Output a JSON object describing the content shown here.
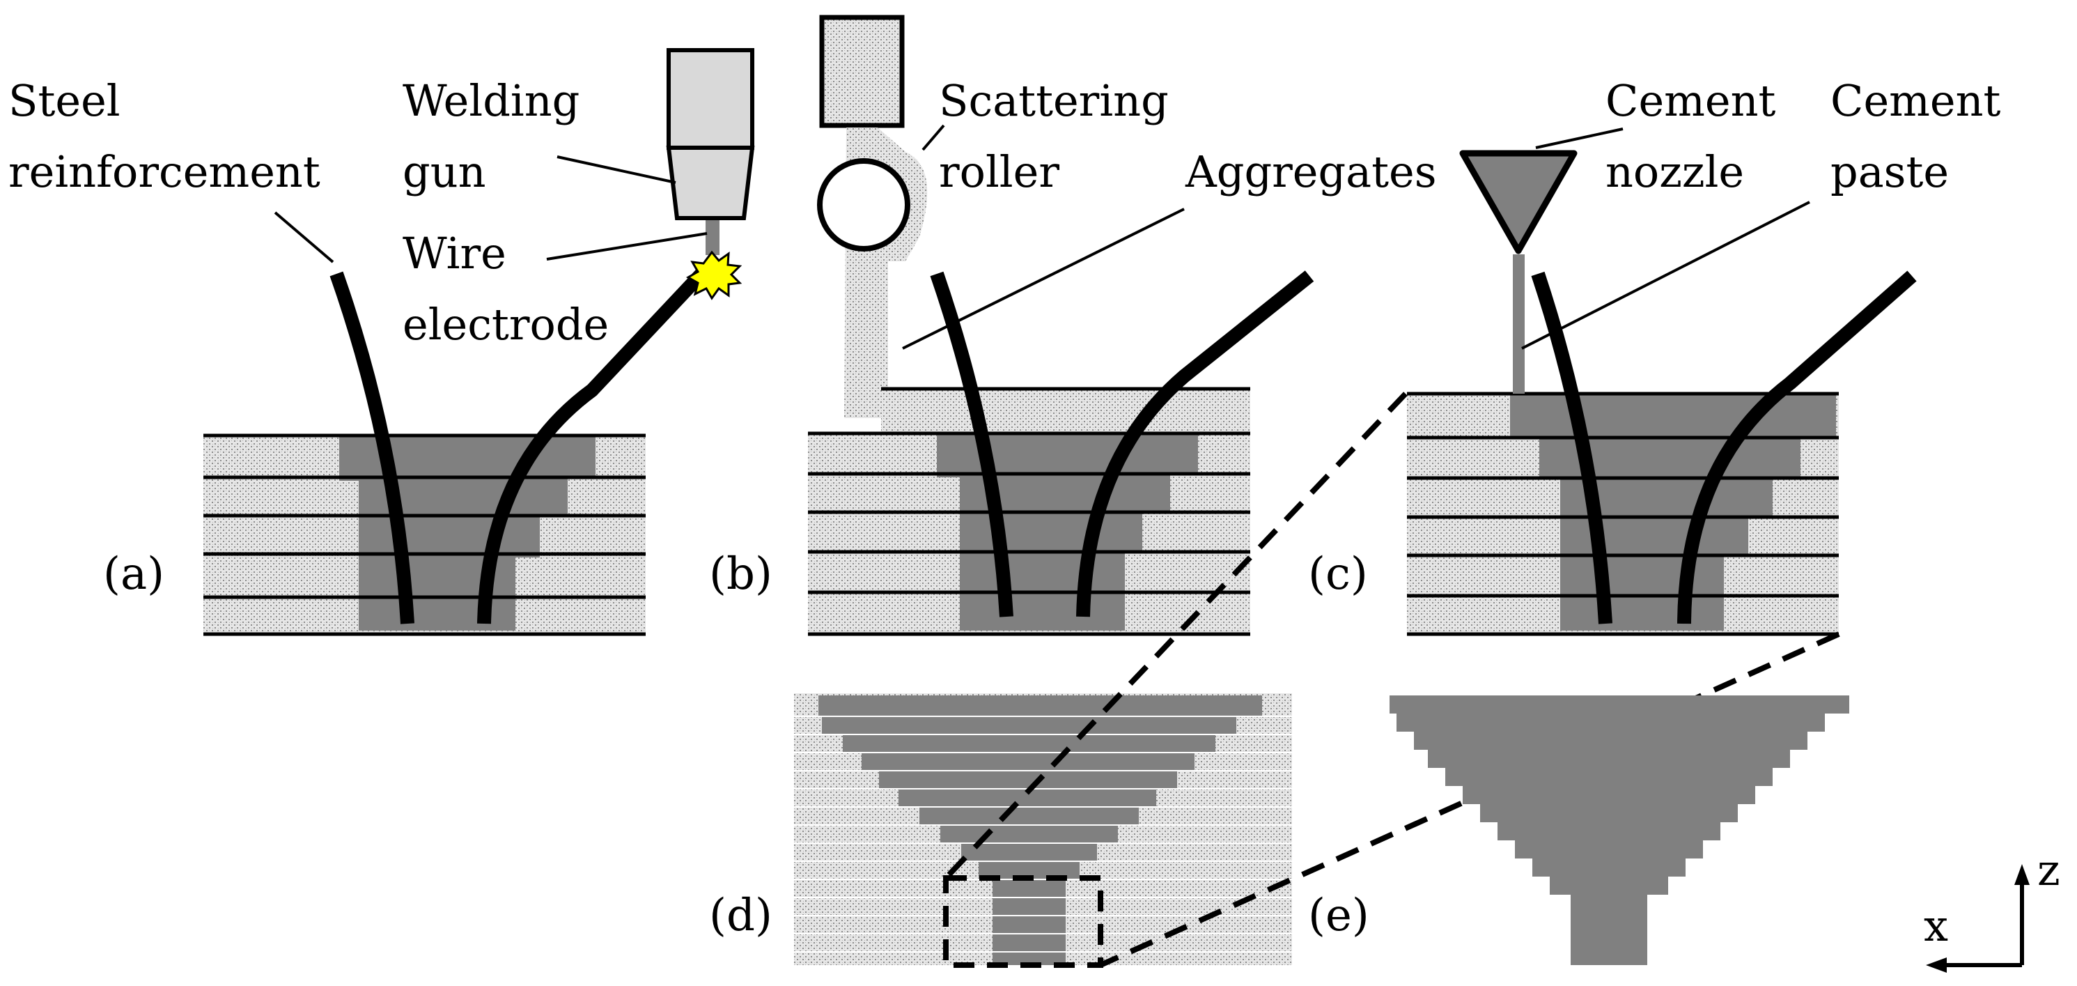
{
  "labels": {
    "steel_reinforcement_1": "Steel",
    "steel_reinforcement_2": "reinforcement",
    "welding_gun_1": "Welding",
    "welding_gun_2": "gun",
    "wire_electrode_1": "Wire",
    "wire_electrode_2": "electrode",
    "scattering_roller_1": "Scattering",
    "scattering_roller_2": "roller",
    "aggregates": "Aggregates",
    "cement_nozzle_1": "Cement",
    "cement_nozzle_2": "nozzle",
    "cement_paste_1": "Cement",
    "cement_paste_2": "paste"
  },
  "panels": {
    "a": "(a)",
    "b": "(b)",
    "c": "(c)",
    "d": "(d)",
    "e": "(e)"
  },
  "axes": {
    "x": "x",
    "z": "z"
  },
  "colors": {
    "paste": "#808080",
    "aggregate_fill": "#d9d9d9",
    "gun_body": "#d9d9d9",
    "spark": "#ffff00",
    "lines": "#000000"
  }
}
